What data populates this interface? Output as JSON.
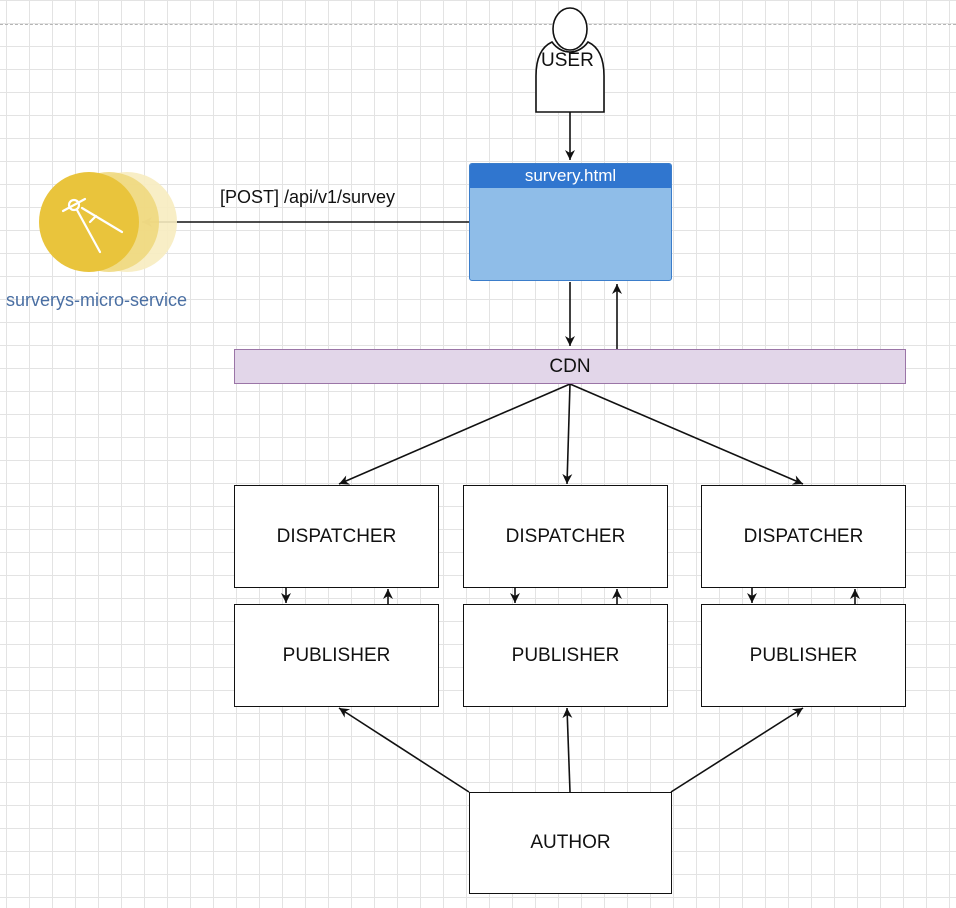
{
  "nodes": {
    "user": "USER",
    "page": "survery.html",
    "cdn": "CDN",
    "service": "surverys-micro-service",
    "dispatchers": [
      "DISPATCHER",
      "DISPATCHER",
      "DISPATCHER"
    ],
    "publishers": [
      "PUBLISHER",
      "PUBLISHER",
      "PUBLISHER"
    ],
    "author": "AUTHOR"
  },
  "edges": {
    "post_label": "[POST] /api/v1/survey"
  },
  "colors": {
    "page_header": "#3076cf",
    "page_body": "#8fbde8",
    "cdn_fill": "#e2d6e9",
    "cdn_border": "#9b75a7",
    "service_icon": "#e9c43c",
    "service_label": "#4a6fa3"
  },
  "icons": {
    "user": "person-silhouette-icon",
    "service": "drafting-compass-icon"
  }
}
